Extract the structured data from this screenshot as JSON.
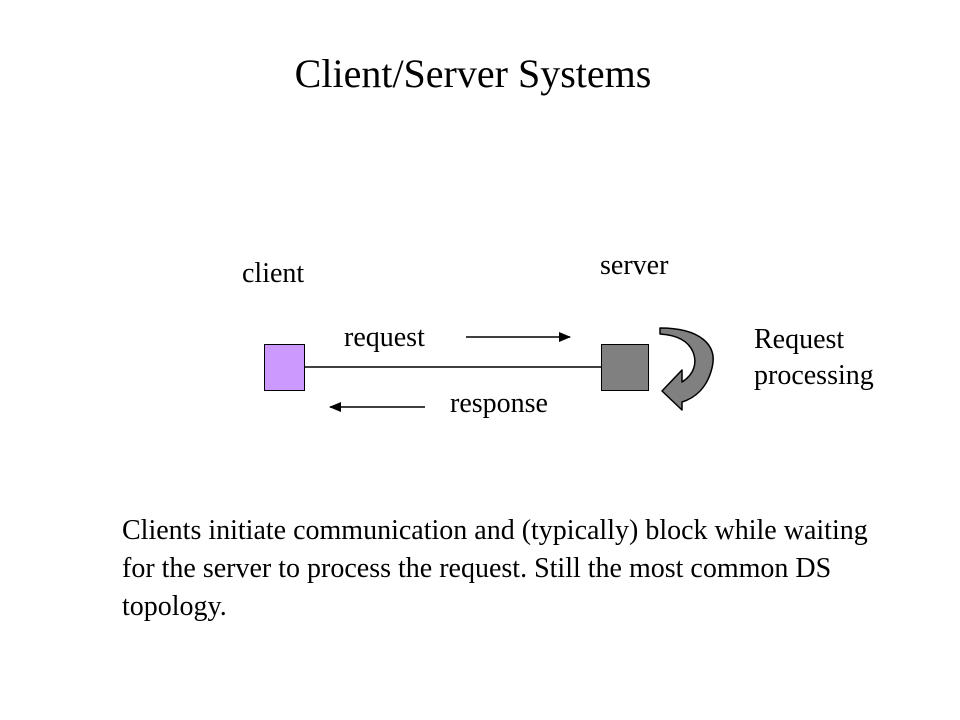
{
  "slide": {
    "title": "Client/Server Systems",
    "caption": "Clients initiate communication and (typically) block while waiting for the server to process the request. Still the most common DS topology."
  },
  "diagram": {
    "client": {
      "label": "client",
      "color": "#cc99ff"
    },
    "server": {
      "label": "server",
      "color": "#808080"
    },
    "request_label": "request",
    "response_label": "response",
    "processing_label_lines": [
      "Request",
      "processing"
    ],
    "processing_arrow_color": "#808080",
    "line_color": "#000000",
    "icons": [
      "right-arrow-icon",
      "left-arrow-icon",
      "curved-arrow-icon"
    ]
  }
}
